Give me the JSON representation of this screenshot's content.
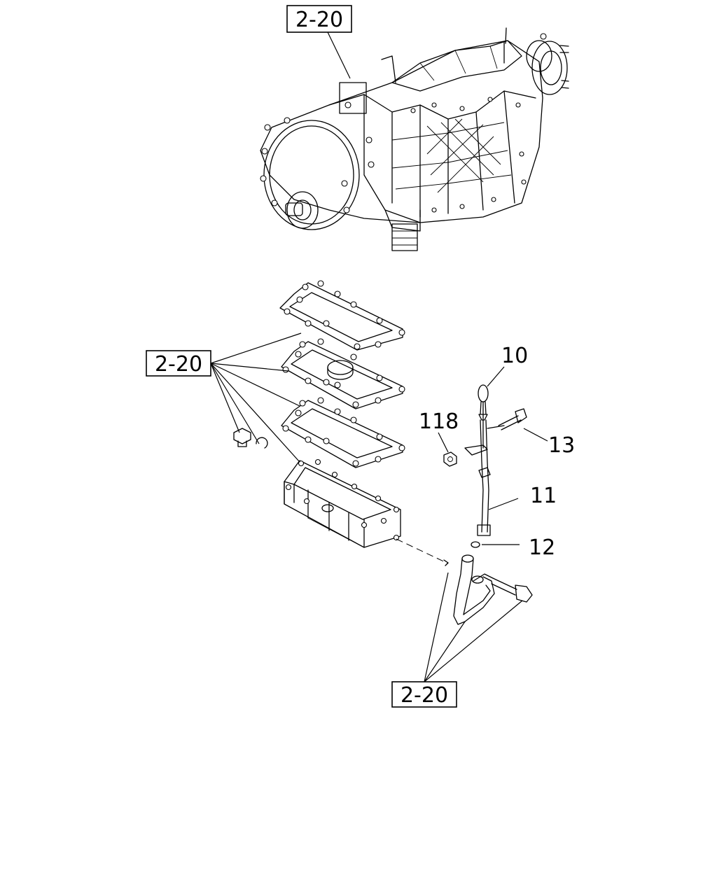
{
  "diagram": {
    "references": [
      "2-20",
      "2-20",
      "2-20"
    ],
    "parts": {
      "p10": "10",
      "p11": "11",
      "p12": "12",
      "p13": "13",
      "p118": "118"
    }
  },
  "icons": {
    "transmission": "transmission-assembly-icon",
    "gasket": "gasket-icon",
    "oil_pan": "oil-pan-icon",
    "dipstick": "dipstick-icon",
    "guide_tube": "dipstick-guide-tube-icon",
    "bolt": "bolt-icon",
    "nut": "nut-icon",
    "o_ring": "o-ring-icon",
    "pipe": "oil-pipe-icon"
  }
}
